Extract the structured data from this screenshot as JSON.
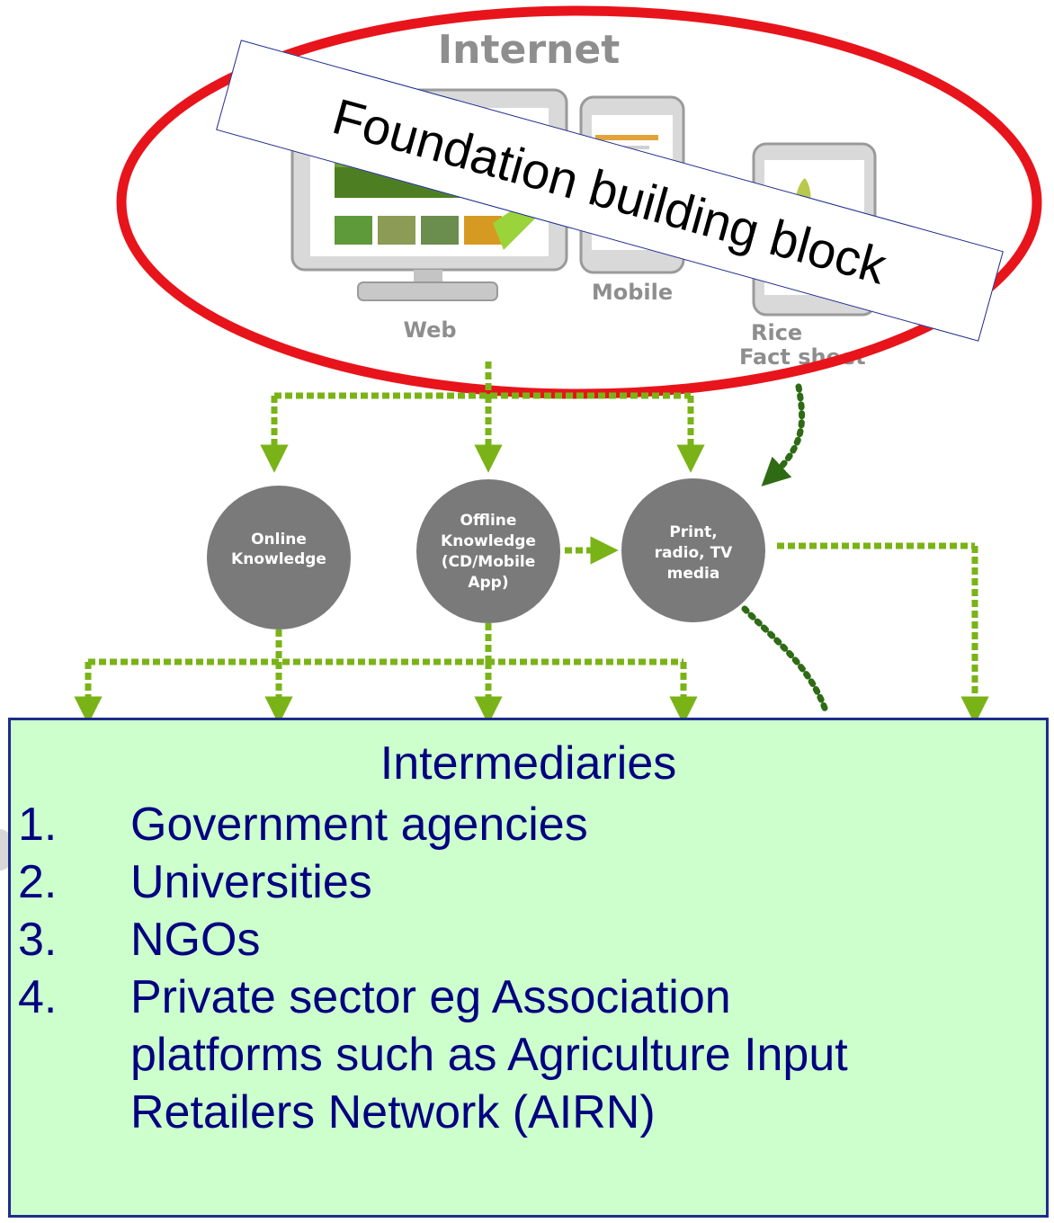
{
  "internet_title": "Internet",
  "devices": {
    "web": "Web",
    "mobile": "Mobile",
    "fact_sheet_line1": "Rice",
    "fact_sheet_line2": "Fact sheet"
  },
  "nodes": {
    "online": [
      "Online",
      "Knowledge"
    ],
    "offline": [
      "Offline",
      "Knowledge",
      "(CD/Mobile",
      "App)"
    ],
    "print": [
      "Print,",
      "radio, TV",
      "media"
    ]
  },
  "stamp_text": "Foundation building block",
  "intermediaries": {
    "title": "Intermediaries",
    "items": [
      {
        "num": "1.",
        "lines": [
          "Government agencies"
        ]
      },
      {
        "num": "2.",
        "lines": [
          "Universities"
        ]
      },
      {
        "num": "3.",
        "lines": [
          "NGOs"
        ]
      },
      {
        "num": "4.",
        "lines": [
          "Private sector eg Association",
          "platforms such as Agriculture Input",
          "Retailers Network (AIRN)"
        ]
      }
    ]
  },
  "colors": {
    "arrow_green": "#7ab317",
    "node_gray": "#7a7a7a",
    "ellipse_red": "#e8141b",
    "box_fill": "#ccffcc",
    "box_border": "#1d2c8c",
    "box_text": "#000080"
  }
}
